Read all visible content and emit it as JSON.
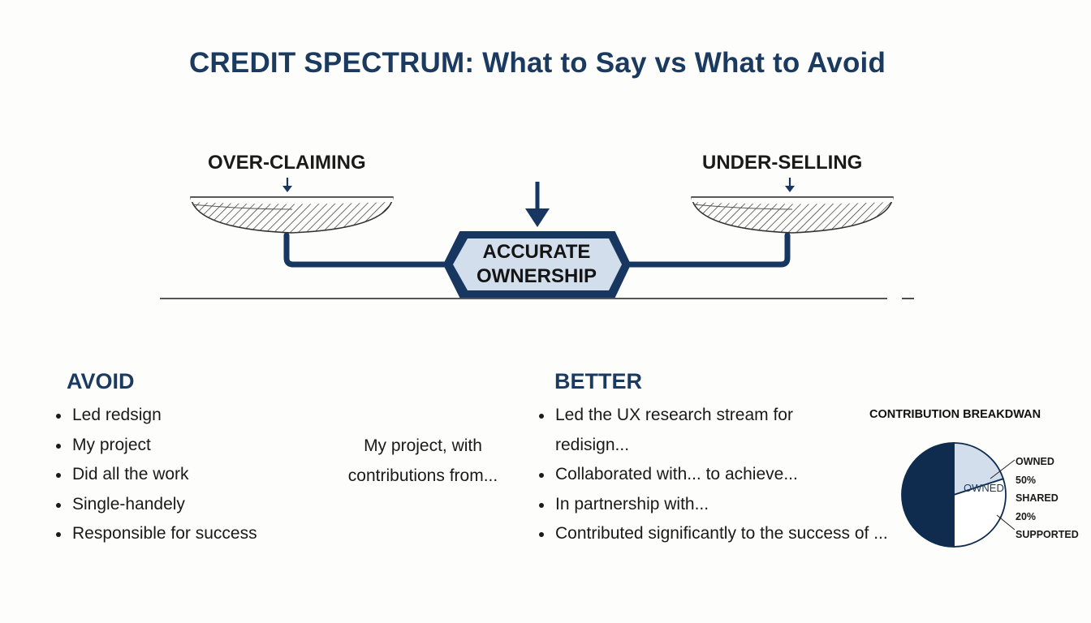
{
  "title": "CREDIT SPECTRUM: What to Say vs What to Avoid",
  "scale": {
    "left_label": "OVER-CLAIMING",
    "right_label": "UNDER-SELLING",
    "center_label_line1": "ACCURATE",
    "center_label_line2": "OWNERSHIP"
  },
  "avoid": {
    "heading": "AVOID",
    "items": [
      "Led redsign",
      "My project",
      "Did all the work",
      "Single-handely",
      "Responsible for success"
    ]
  },
  "middle_note": {
    "line1": "My project, with",
    "line2": "contributions from..."
  },
  "better": {
    "heading": "BETTER",
    "items": [
      "Led the UX research stream for",
      "redisign...",
      "Collaborated with... to achieve...",
      "In partnership with...",
      "Contributed significantly to the success of ..."
    ]
  },
  "chart_data": {
    "type": "pie",
    "title": "CONTRIBUTION BREAKDWAN",
    "inside_label": "OWNED",
    "legend": [
      "OWNED",
      "50%",
      "SHARED",
      "20%",
      "SUPPORTED"
    ],
    "slices": [
      {
        "label": "OWNED",
        "value": 50,
        "color": "#0f2c4f"
      },
      {
        "label": "SHARED",
        "value": 20,
        "color": "#d3deec"
      },
      {
        "label": "SUPPORTED",
        "value": 30,
        "color": "#ffffff"
      }
    ]
  },
  "colors": {
    "navy": "#1b3a5f",
    "dark_navy": "#0f2c4f",
    "light_blue": "#d3deec"
  }
}
